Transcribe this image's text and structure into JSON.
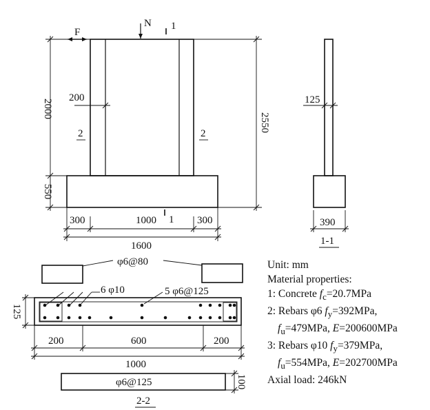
{
  "elevation": {
    "load_N": "N",
    "load_F": "F",
    "section_mark": "1",
    "height_column": "2000",
    "height_base": "550",
    "height_total": "2550",
    "column_width": "200",
    "section_label_2": "2",
    "dim_left": "300",
    "dim_mid": "1000",
    "dim_right": "300",
    "dim_total": "1600"
  },
  "section_1_1": {
    "column_thickness": "125",
    "base_width": "390",
    "title": "1-1"
  },
  "section_2_2": {
    "top_bar_label": "φ6@80",
    "corner_bars_label": "6 φ10",
    "middle_bars_label": "5 φ6@125",
    "depth": "125",
    "dim_left": "200",
    "dim_mid": "600",
    "dim_right": "200",
    "dim_total": "1000",
    "bottom_bar_label": "φ6@125",
    "bottom_bar_depth": "100",
    "title": "2-2"
  },
  "notes": {
    "unit": "Unit: mm",
    "heading": "Material properties:",
    "concrete_prefix": "1: Concrete",
    "concrete_sym": "f",
    "concrete_sub": "c",
    "concrete_val": "=20.7MPa",
    "rebar6_prefix": "2: Rebars φ6",
    "rebar6_fy_sym": "f",
    "rebar6_fy_sub": "y",
    "rebar6_fy_val": "=392MPa,",
    "rebar6_fu_sym": "f",
    "rebar6_fu_sub": "u",
    "rebar6_fu_val": "=479MPa,",
    "rebar6_E_sym": "E",
    "rebar6_E_val": "=200600MPa",
    "rebar10_prefix": "3: Rebars φ10",
    "rebar10_fy_sym": "f",
    "rebar10_fy_sub": "y",
    "rebar10_fy_val": "=379MPa,",
    "rebar10_fu_sym": "f",
    "rebar10_fu_sub": "u",
    "rebar10_fu_val": "=554MPa,",
    "rebar10_E_sym": "E",
    "rebar10_E_val": "=202700MPa",
    "axial": "Axial load: 246kN"
  }
}
